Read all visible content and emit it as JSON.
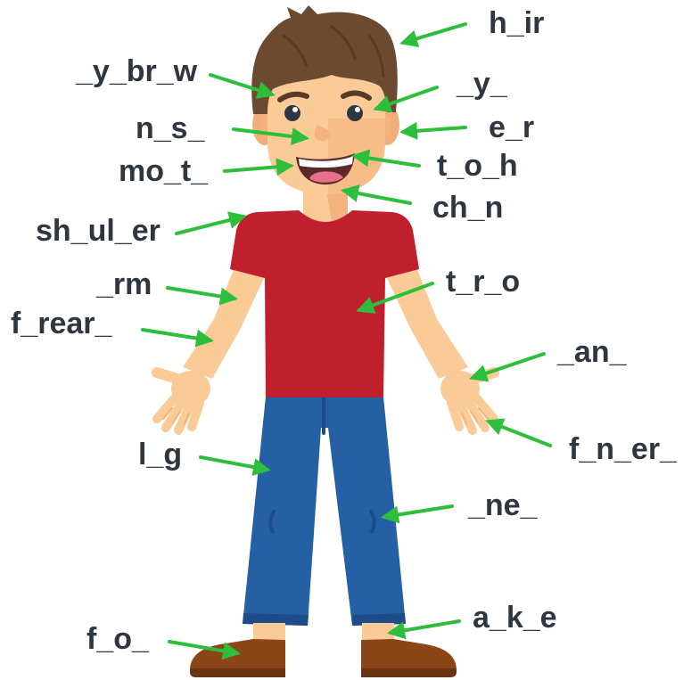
{
  "labels": {
    "hair": "h_ir",
    "eyebrow": "_y_br_w",
    "eye": "_y_",
    "nose": "n_s_",
    "ear": "e_r",
    "mouth": "mo_t_",
    "tooth": "t_o_h",
    "chin": "ch_n",
    "shoulder": "sh_ul_er",
    "arm": "_rm",
    "torso": "t_r_o",
    "forearm": "f_rear_",
    "hand": "_an_",
    "finger": "f_n_er_",
    "leg": "l_g",
    "knee": "_ne_",
    "ankle": "a_k_e",
    "foot": "f_o_"
  },
  "colors": {
    "text": "#2E3641",
    "arrow": "#2DBE3C",
    "hair": "#6B4A2F",
    "skin": "#FACB97",
    "shirt": "#C0202E",
    "pants": "#2660A4",
    "shoes": "#8B4516"
  }
}
